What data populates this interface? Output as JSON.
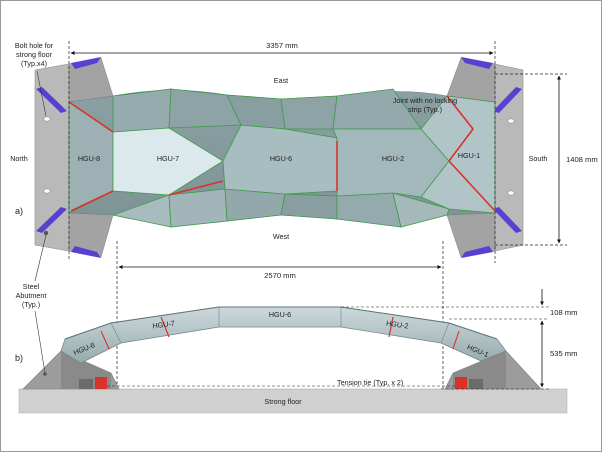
{
  "callouts": {
    "bolt_hole": [
      "Bolt hole for",
      "strong floor",
      "(Typ.x4)"
    ],
    "steel_abutment": [
      "Steel",
      "Abutment",
      "(Typ.)"
    ],
    "joint": [
      "Joint with no locking",
      "strip (Typ.)"
    ],
    "tension_tie": "Tension tie (Typ. x 2)",
    "strong_floor": "Strong floor"
  },
  "compass": {
    "north": "North",
    "south": "South",
    "east": "East",
    "west": "West"
  },
  "panels": {
    "a": "a)",
    "b": "b)"
  },
  "units_plan": [
    "HGU-8",
    "HGU-7",
    "HGU-6",
    "HGU-2",
    "HGU-1"
  ],
  "units_elevation": [
    "HGU-8",
    "HGU-7",
    "HGU-6",
    "HGU-2",
    "HGU-1"
  ],
  "dimensions": {
    "length_total": "3357 mm",
    "width": "1408 mm",
    "span": "2570 mm",
    "rise_top": "108 mm",
    "rise": "535 mm"
  },
  "colors": {
    "panel_dark": "#8fa3a5",
    "panel_light": "#dbe9ec",
    "joint_plain": "#3f9a4a",
    "joint_locked": "#d8332b",
    "abutment_blade": "#5b3fd0",
    "abutment": "#a7a7a7"
  }
}
